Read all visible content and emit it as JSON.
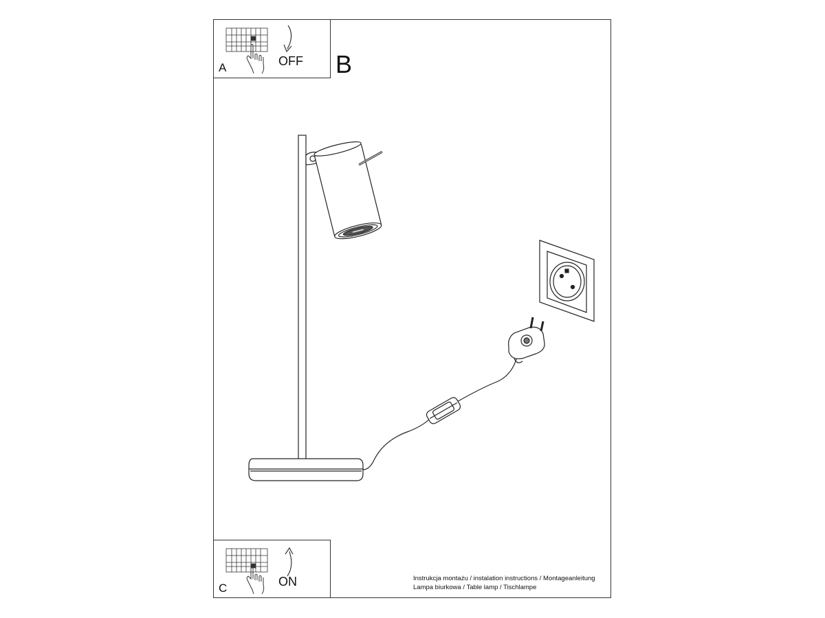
{
  "steps": {
    "a": {
      "letter": "A",
      "action": "OFF"
    },
    "b": {
      "letter": "B"
    },
    "c": {
      "letter": "C",
      "action": "ON"
    }
  },
  "caption": {
    "line1": "Instrukcja montażu / instalation instructions / Montageanleitung",
    "line2": "Lampa biurkowa / Table lamp / Tischlampe"
  }
}
